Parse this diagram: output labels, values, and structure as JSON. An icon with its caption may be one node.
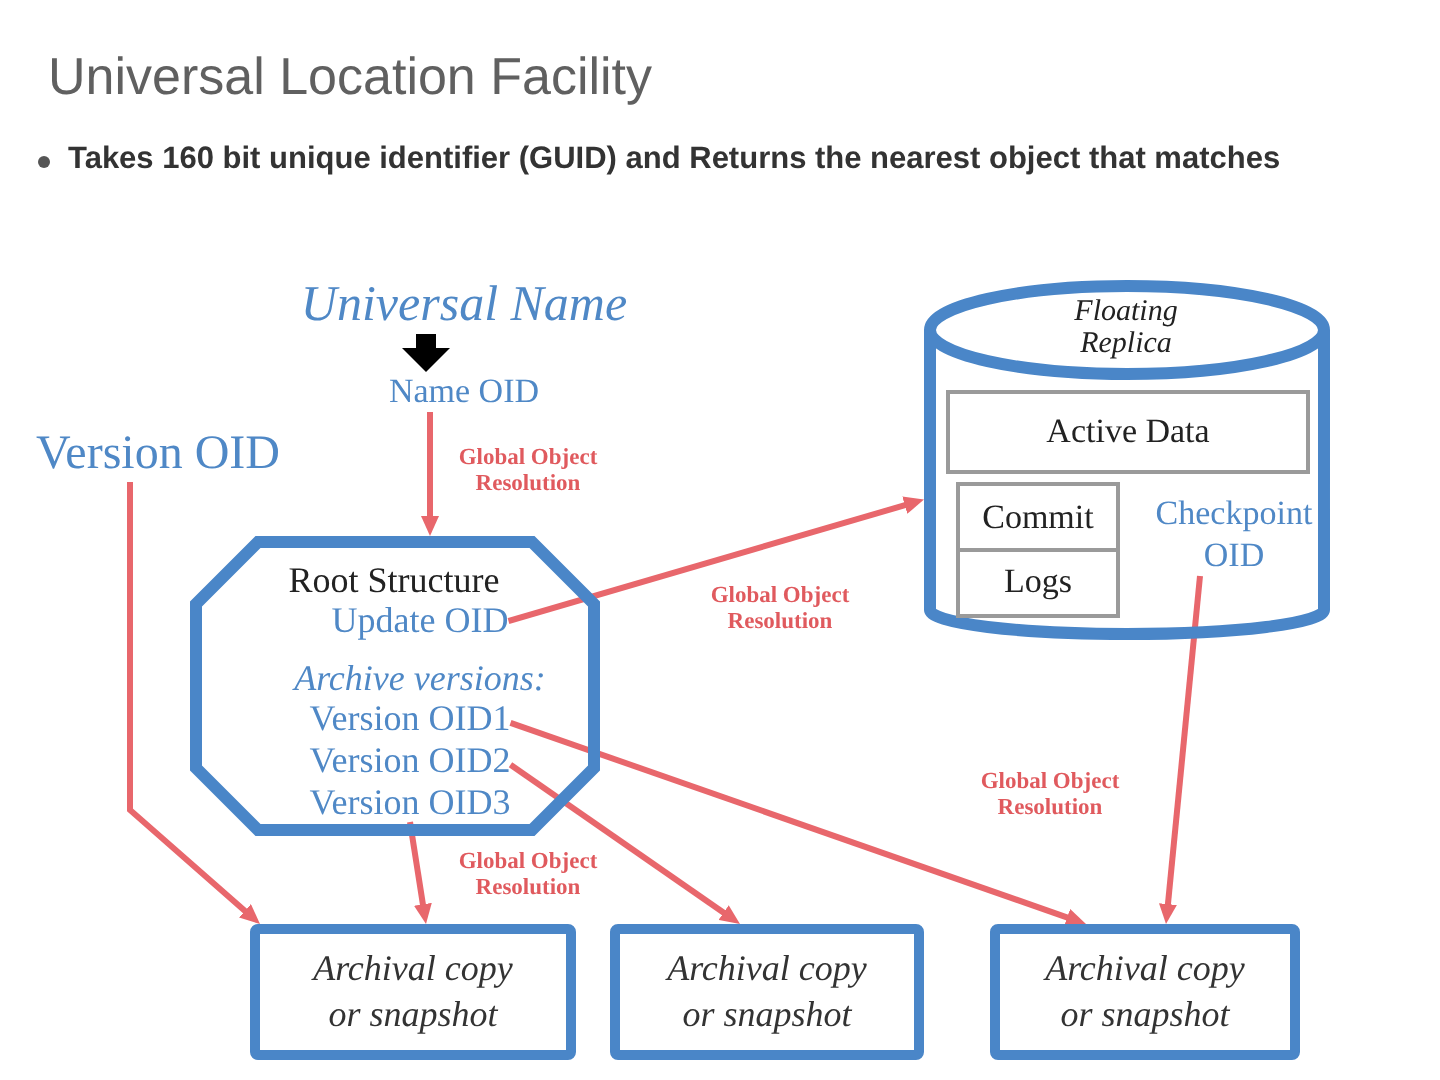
{
  "diagram": {
    "title": "Universal Location Facility",
    "nodes": [
      {
        "text": [
          "Universal Name"
        ]
      },
      {
        "text": [
          "Name OID"
        ]
      },
      {
        "text": [
          "Version OID"
        ]
      },
      {
        "text": [
          "Root Structure",
          "Archive versions:"
        ]
      },
      {
        "text": [
          "Update OID"
        ],
        "in": 3
      },
      {
        "text": [
          "Version OID1"
        ],
        "in": 3
      },
      {
        "text": [
          "Version OID2"
        ],
        "in": 3
      },
      {
        "text": [
          "Version OID3"
        ],
        "in": 3
      },
      {
        "text": [
          "Floating Replica"
        ]
      },
      {
        "text": [
          "Active Data"
        ],
        "in": 8
      },
      {
        "text": [
          "Commit Logs"
        ],
        "in": 8
      },
      {
        "text": [
          "Checkpoint OID"
        ],
        "in": 8
      },
      {
        "text": [
          "Archival copy or snapshot"
        ]
      },
      {
        "text": [
          "Archival copy or snapshot"
        ]
      },
      {
        "text": [
          "Archival copy or snapshot"
        ]
      }
    ],
    "edges": [
      {
        "from": 0,
        "to": 1,
        "arrow": "to",
        "style": "thick",
        "color": "#000000"
      },
      {
        "from": 1,
        "to": 3,
        "arrow": "to",
        "label": "Global Object Resolution"
      },
      {
        "from": 2,
        "to": 12,
        "arrow": "to"
      },
      {
        "from": 4,
        "to": 8,
        "arrow": "to",
        "label": "Global Object Resolution"
      },
      {
        "from": 7,
        "to": 12,
        "arrow": "to",
        "label": "Global Object Resolution"
      },
      {
        "from": 6,
        "to": 13,
        "arrow": "to"
      },
      {
        "from": 5,
        "to": 14,
        "arrow": "to"
      },
      {
        "from": 11,
        "to": 14,
        "arrow": "to",
        "label": "Global Object Resolution"
      }
    ],
    "labels": [
      "Takes 160 bit unique identifier (GUID) and Returns the nearest object that matches"
    ]
  }
}
